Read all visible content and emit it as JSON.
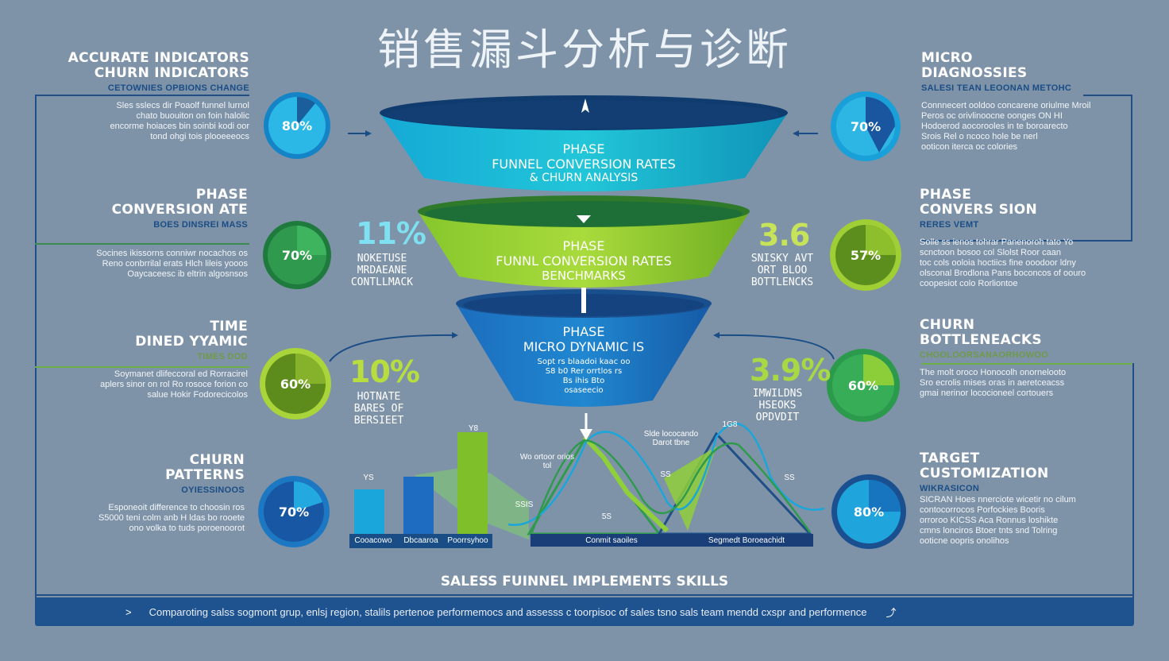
{
  "title": "销售漏斗分析与诊断",
  "left_blocks": [
    {
      "title_lines": [
        "ACCURATE INDICATORS",
        "CHURN INDICATORS"
      ],
      "subtitle": "CETOWNIES OPBIONS CHANGE",
      "desc": [
        "Sles sslecs dir Poaolf funnel lurnol",
        "chato buouiton on foin halolic",
        "encorme hoiaces bin soinbi kodi oor",
        "tond ohgi tois plooeeeocs"
      ],
      "circle_value": "80%"
    },
    {
      "title_lines": [
        "PHASE",
        "CONVERSION ATE"
      ],
      "subtitle": "BOES DINSREI MASS",
      "desc": [
        "Socines ikissorns conniwr nocachos os",
        "Reno conbrrilal erats Hlch lileis yooos",
        "Oaycaceesc ib eltrin algosnsos"
      ],
      "circle_value": "70%"
    },
    {
      "title_lines": [
        "TIME",
        "DINED YYAMIC"
      ],
      "subtitle": "TIMES DOD",
      "desc": [
        "Soymanet dlifeccoral ed Rorracirel",
        "aplers sinor on rol Ro rosoce forion co",
        "salue Hokir Fodorecicolos"
      ],
      "circle_value": "60%"
    },
    {
      "title_lines": [
        "CHURN",
        "PATTERNS"
      ],
      "subtitle": "OYIESSINOOS",
      "desc": [
        "Esponeoit difference to choosin ros",
        "S5000 teni colm anb H ldas bo rooete",
        "ono volka to tuds poroenoorot"
      ],
      "circle_value": "70%"
    }
  ],
  "right_blocks": [
    {
      "title_lines": [
        "MICRO",
        "DIAGNOSSIES"
      ],
      "subtitle": "SALESI TEAN LEOONAN METOHC",
      "desc": [
        "Connnecert ooldoo concarene oriulme Mroil",
        "Peros oc orivlinoocne oonges ON HI",
        "Hodoerod aocorooles in te boroarecto",
        "Srois Rel o ncoco hole be nerl",
        "ooticon iterca oc colories"
      ],
      "circle_value": "70%"
    },
    {
      "title_lines": [
        "PHASE",
        "CONVERS SION"
      ],
      "subtitle": "RERES VEMT",
      "desc": [
        "Solle ss ienos tohrar Panenoroh tato Yo",
        "scnctoon bosoo col Slolst Roor caan",
        "toc cols ooloia hoctiics fine ooodoor ldny",
        "olsconal Brodlona Pans boconcos of oouro",
        "coopesiot colo Rorliontoe"
      ],
      "circle_value": "57%"
    },
    {
      "title_lines": [
        "CHURN",
        "BOTTLENEACKS"
      ],
      "subtitle": "CHOOLOORSANAORHOWOO",
      "desc": [
        "The molt oroco Honocolh onornelooto",
        "Sro ecrolis mises oras in aeretceacss",
        "gmai nerinor lococioneel cortouers"
      ],
      "circle_value": "60%"
    },
    {
      "title_lines": [
        "TARGET",
        "CUSTOMIZATION"
      ],
      "subtitle": "WIKRASICON",
      "desc": [
        "SICRAN Hoes nnerciote wicetir no cilum",
        "contocorrocos Porfockies Booris",
        "orroroo KICSS Aca Ronnus loshikte",
        "cmns lonciros Btoer tnts snd Tolring",
        "ooticne oopris onolihos"
      ],
      "circle_value": "80%"
    }
  ],
  "funnel": {
    "top": {
      "lines": [
        "PHASE",
        "FUNNEL CONVERSION RATES",
        "& CHURN ANALYSIS"
      ]
    },
    "middle": {
      "lines": [
        "PHASE",
        "FUNNL CONVERSION RATES",
        "BENCHMARKS"
      ]
    },
    "bottom": {
      "lines": [
        "PHASE",
        "MICRO DYNAMIC IS"
      ],
      "small_lines": [
        "Sopt rs blaadoi kaac oo",
        "S8 b0 Rer orrtlos rs",
        "Bs ihis Bto",
        "osaseecio"
      ]
    }
  },
  "stats": [
    {
      "value": "11%",
      "lines": [
        "NOKETUSE",
        "MRDAEANE",
        "CONTLLMACK"
      ],
      "color": "#7ee0f0"
    },
    {
      "value": "3.6",
      "lines": [
        "SNISKY AVT",
        "ORT BLOO",
        "BOTTLENCKS"
      ],
      "color": "#c6e35a"
    },
    {
      "value": "10%",
      "lines": [
        "HOTNATE",
        "BARES OF",
        "BERSIEET"
      ],
      "color": "#b7de3e"
    },
    {
      "value": "3.9%",
      "lines": [
        "IMWILDNS",
        "HSEOKS",
        "OPDVDIT"
      ],
      "color": "#a8d944"
    }
  ],
  "bar_chart": {
    "labels": [
      "Cooacowo",
      "Dbcaaroa",
      "Poorrsyhoo"
    ],
    "values": [
      56,
      72,
      128
    ],
    "value_labels": [
      "YS",
      "",
      "Y8"
    ],
    "extra_label": "SSIS",
    "colors": [
      "#1aa6da",
      "#1e6bc2",
      "#7fbf2a"
    ]
  },
  "wave_chart": {
    "labels": [
      "Conmit saoiles",
      "Segmedt Boroeachidt"
    ],
    "annotations": [
      "Slde lococando Darot tbne",
      "Wo ortoor orios tol",
      "1G8",
      "SS",
      "5S",
      "SS"
    ]
  },
  "bottom_heading": "SALESS FUINNEL IMPLEMENTS SKILLS",
  "footer": "Comparoting salss sogmont grup, enlsj region, stalils pertenoe performemocs and assesss c toorpisoc of sales tsno sals team mendd cxspr and performence",
  "colors": {
    "background": "#7f93a8",
    "navy": "#1f4f86",
    "cyan": "#18a7d8",
    "green": "#7fbf2a",
    "darkgreen": "#2e9a4b",
    "blue": "#1e62b0"
  }
}
